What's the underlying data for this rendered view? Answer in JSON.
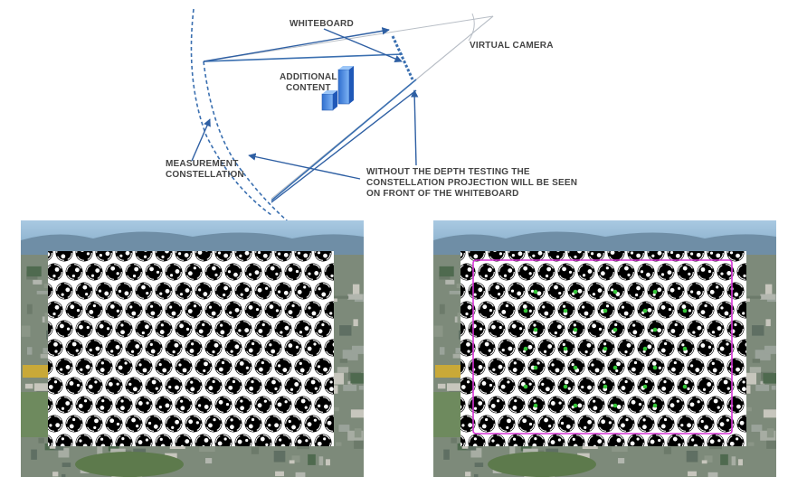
{
  "labels": {
    "whiteboard": "WHITEBOARD",
    "virtual_camera": "VIRTUAL CAMERA",
    "additional_content_line1": "ADDITIONAL",
    "additional_content_line2": "CONTENT",
    "measurement_line1": "MEASUREMENT",
    "measurement_line2": "CONSTELLATION",
    "depth_note_line1": "WITHOUT THE DEPTH TESTING THE",
    "depth_note_line2": "CONSTELLATION PROJECTION WILL BE SEEN",
    "depth_note_line3": "ON FRONT OF THE WHITEBOARD"
  },
  "colors": {
    "line_blue": "#3a6fb0",
    "arrow_blue": "#2e5fa3",
    "frustum_gray": "#b8bec6",
    "box_blue": "#3f86e0",
    "label_gray": "#444444",
    "overlay_magenta": "#d733d7",
    "dot_green": "#34c838",
    "sky": "#8fb6d4",
    "city": "#7b8a78"
  },
  "panels": {
    "left": {
      "name": "without-depth-testing",
      "overlay_frame": false,
      "green_dots": false
    },
    "right": {
      "name": "with-tracked-overlay",
      "overlay_frame": true,
      "green_dots": true
    }
  }
}
